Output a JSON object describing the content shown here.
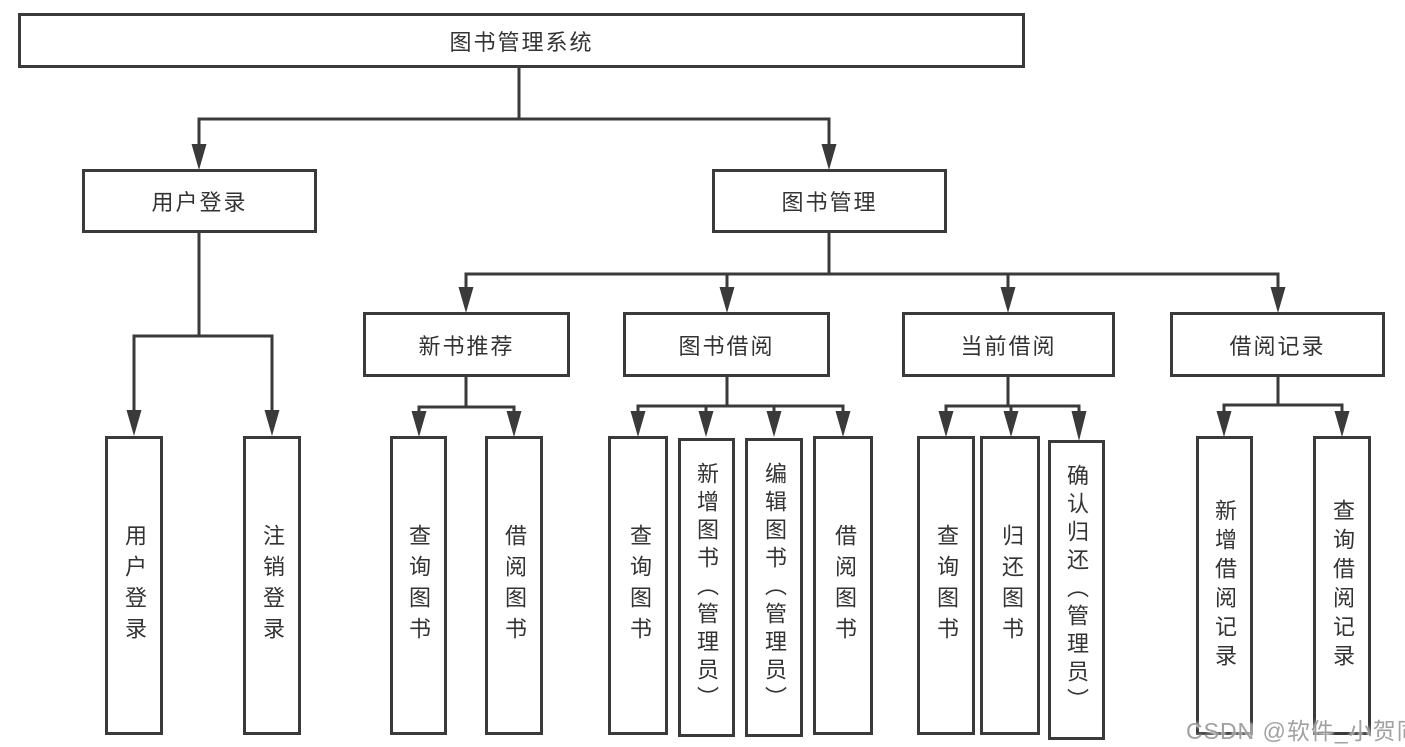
{
  "diagram": {
    "type": "tree",
    "line_color": "#3a3a3a",
    "box_border_color": "#3a3a3a",
    "text_color": "#333333",
    "root": {
      "label": "图书管理系统"
    },
    "level2": [
      {
        "label": "用户登录"
      },
      {
        "label": "图书管理"
      }
    ],
    "level3": [
      {
        "label": "新书推荐",
        "parent": "图书管理"
      },
      {
        "label": "图书借阅",
        "parent": "图书管理"
      },
      {
        "label": "当前借阅",
        "parent": "图书管理"
      },
      {
        "label": "借阅记录",
        "parent": "图书管理"
      }
    ],
    "leaves": [
      {
        "label": "用户登录",
        "parent": "用户登录"
      },
      {
        "label": "注销登录",
        "parent": "用户登录"
      },
      {
        "label": "查询图书",
        "parent": "新书推荐"
      },
      {
        "label": "借阅图书",
        "parent": "新书推荐"
      },
      {
        "label": "查询图书",
        "parent": "图书借阅"
      },
      {
        "label": "新增图书（管理员）",
        "parent": "图书借阅"
      },
      {
        "label": "编辑图书（管理员）",
        "parent": "图书借阅"
      },
      {
        "label": "借阅图书",
        "parent": "图书借阅"
      },
      {
        "label": "查询图书",
        "parent": "当前借阅"
      },
      {
        "label": "归还图书",
        "parent": "当前借阅"
      },
      {
        "label": "确认归还（管理员）",
        "parent": "当前借阅"
      },
      {
        "label": "新增借阅记录",
        "parent": "借阅记录"
      },
      {
        "label": "查询借阅记录",
        "parent": "借阅记录"
      }
    ]
  },
  "watermark": {
    "text": "CSDN @软件_小贺同学"
  }
}
